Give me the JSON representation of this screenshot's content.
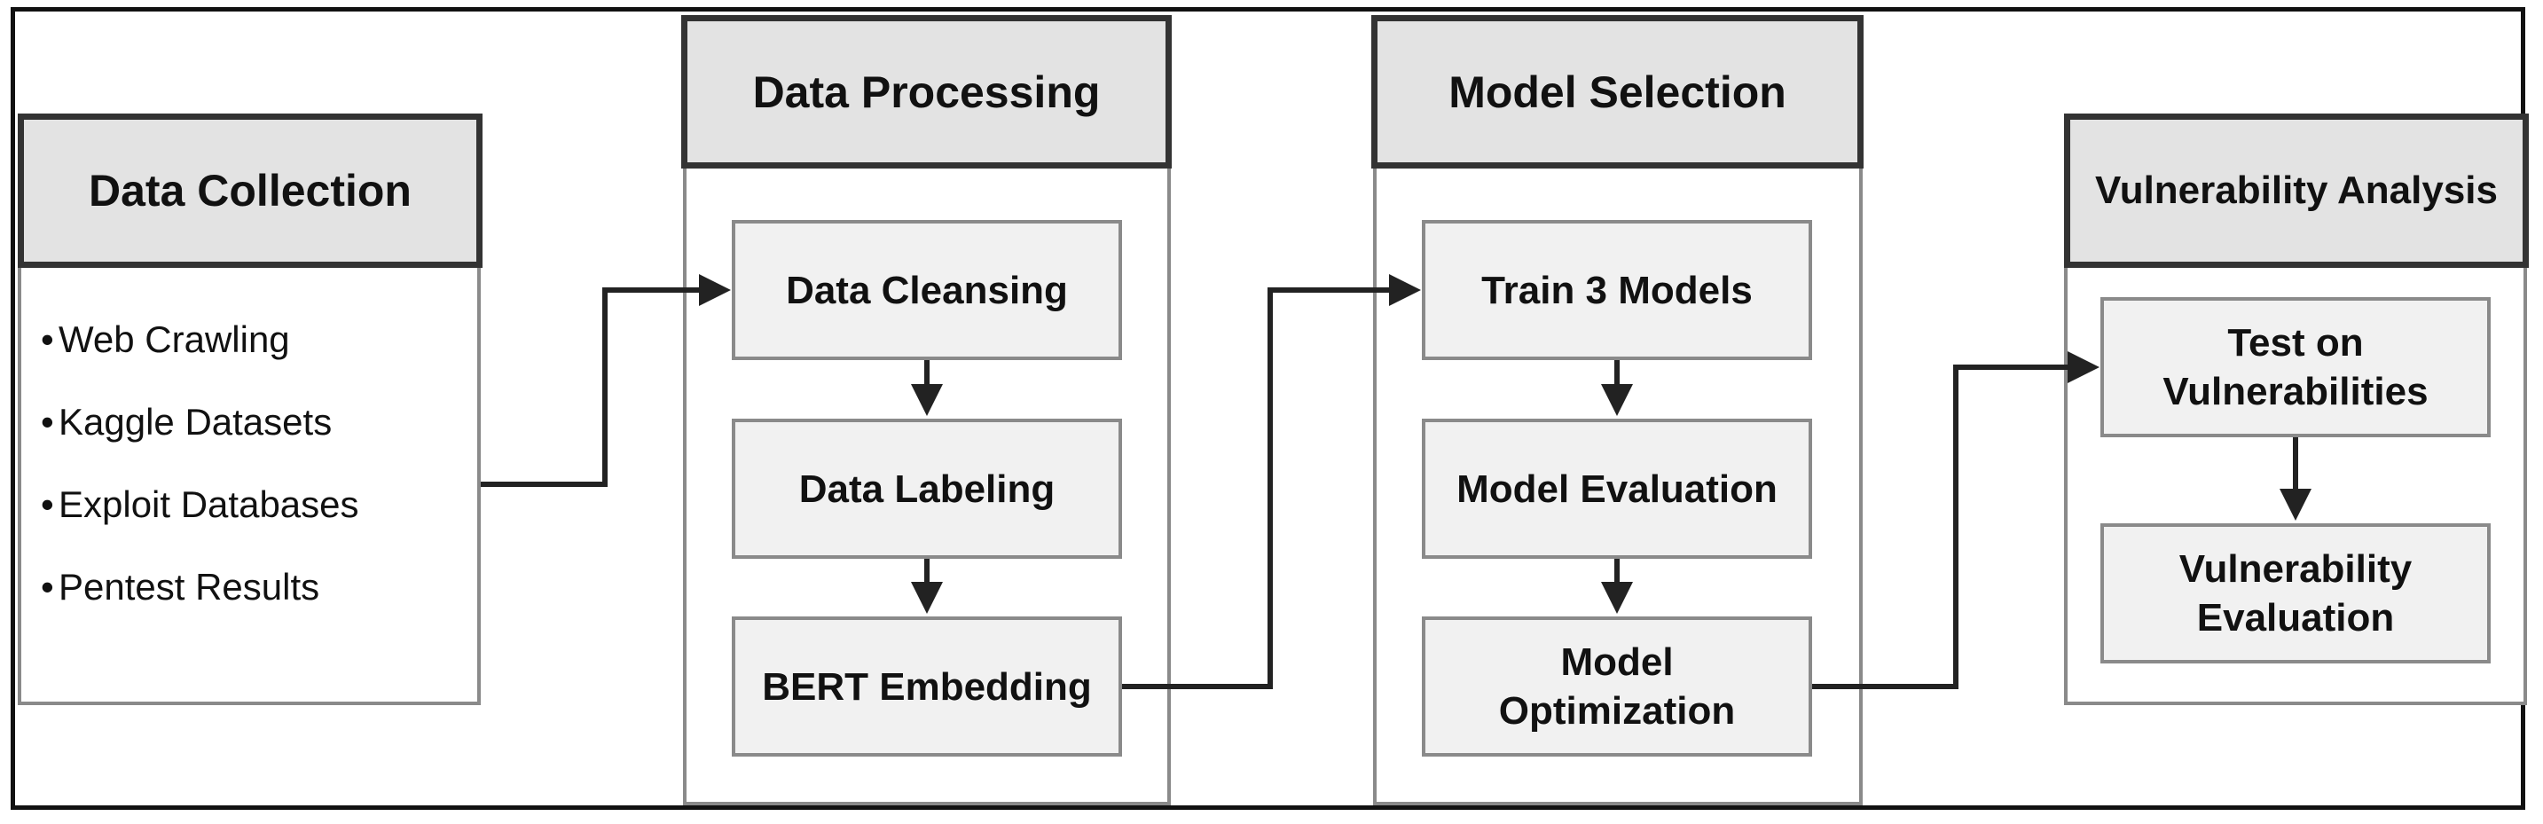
{
  "stages": {
    "collection": {
      "title": "Data Collection",
      "items": [
        "Web Crawling",
        "Kaggle Datasets",
        "Exploit Databases",
        "Pentest Results"
      ]
    },
    "processing": {
      "title": "Data Processing",
      "steps": [
        "Data Cleansing",
        "Data Labeling",
        "BERT Embedding"
      ]
    },
    "selection": {
      "title": "Model Selection",
      "steps": [
        "Train 3 Models",
        "Model Evaluation",
        "Model\nOptimization"
      ]
    },
    "analysis": {
      "title": "Vulnerability Analysis",
      "steps": [
        "Test on\nVulnerabilities",
        "Vulnerability\nEvaluation"
      ]
    }
  },
  "colors": {
    "frame": "#111111",
    "header_fill": "#e3e3e3",
    "header_border": "#333333",
    "step_fill": "#f1f1f1",
    "step_border": "#8a8a8a",
    "arrow": "#222222"
  }
}
